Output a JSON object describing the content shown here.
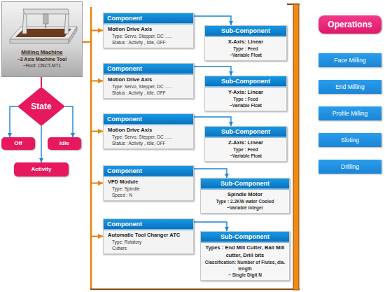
{
  "diagram": {
    "nodes": [
      {
        "text": [
          "Milling Machine",
          "~3 Axis Machine Tool",
          "~Root: CNCT-MT1"
        ]
      },
      {
        "text": [
          "State"
        ]
      },
      {
        "text": [
          "Off"
        ]
      },
      {
        "text": [
          "Idle"
        ]
      },
      {
        "text": [
          "Activity"
        ]
      },
      {
        "text": [
          "Component",
          "Motion Drive Axis",
          "Type: Servo, Stepper, DC …..",
          "Status : Activity , Idle, OFF"
        ]
      },
      {
        "text": [
          "Sub-Component",
          "X-Axis: Linear",
          "Type : Feed",
          "~Variable Float"
        ]
      },
      {
        "text": [
          "Component",
          "Motion Drive Axis",
          "Type: Servo, Stepper, DC …..",
          "Status : Activity , Idle, OFF"
        ]
      },
      {
        "text": [
          "Sub-Component",
          "Y-Axis: Linear",
          "Type : Feed",
          "~Variable Float"
        ]
      },
      {
        "text": [
          "Component",
          "Motion Drive Axis",
          "Type: Servo, Stepper, DC …..",
          "Status : Activity , Idle, OFF"
        ]
      },
      {
        "text": [
          "Sub-Component",
          "Z-Axis: Linear",
          "Type : Feed",
          "~Variable Float"
        ]
      },
      {
        "text": [
          "Component",
          "VFD Module",
          "Type: Spindle",
          "Speed : N"
        ]
      },
      {
        "text": [
          "Sub-Component",
          "Spindle Motor",
          "Type : 2.2KW water Cooled",
          "~Variable integer"
        ]
      },
      {
        "text": [
          "Component",
          "Automatic Tool Changer ATC",
          "Type: Rotatory",
          "Cutters"
        ]
      },
      {
        "text": [
          "Sub-Component",
          "Types : End Mill Cutter, Ball Mill cutter, Drill bits",
          "Classification: Number of Flutes, dia. length",
          "~ Single Digit N"
        ]
      },
      {
        "text": [
          "Operations"
        ]
      },
      {
        "text": [
          "Face Milling"
        ]
      },
      {
        "text": [
          "End Milling"
        ]
      },
      {
        "text": [
          "Profile Milling"
        ]
      },
      {
        "text": [
          "Sloting"
        ]
      },
      {
        "text": [
          "Drilling"
        ]
      }
    ],
    "edges": [
      {
        "from": 0,
        "to": 1,
        "arrow": "none"
      },
      {
        "from": 1,
        "to": 2,
        "arrow": "to"
      },
      {
        "from": 1,
        "to": 3,
        "arrow": "to"
      },
      {
        "from": 1,
        "to": 4,
        "arrow": "to"
      },
      {
        "from": 0,
        "to": 5,
        "arrow": "to"
      },
      {
        "from": 0,
        "to": 7,
        "arrow": "to"
      },
      {
        "from": 0,
        "to": 9,
        "arrow": "to"
      },
      {
        "from": 0,
        "to": 11,
        "arrow": "to"
      },
      {
        "from": 0,
        "to": 13,
        "arrow": "to"
      },
      {
        "from": 5,
        "to": 6,
        "arrow": "to"
      },
      {
        "from": 7,
        "to": 8,
        "arrow": "to"
      },
      {
        "from": 9,
        "to": 10,
        "arrow": "to"
      },
      {
        "from": 11,
        "to": 12,
        "arrow": "to"
      },
      {
        "from": 13,
        "to": 14,
        "arrow": "to"
      }
    ]
  }
}
